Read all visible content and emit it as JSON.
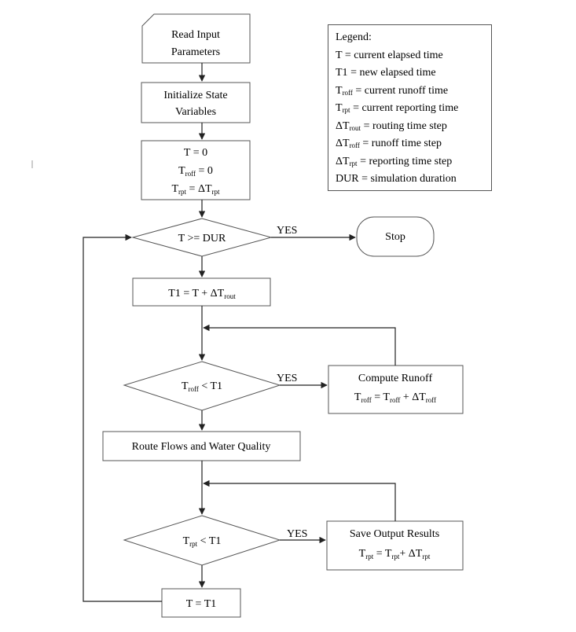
{
  "flowchart": {
    "read_input": [
      "Read Input",
      "Parameters"
    ],
    "initialize": [
      "Initialize State",
      "Variables"
    ],
    "init_vars": {
      "t_eq": "T = 0",
      "troff_T": "T",
      "troff_sub": "roff",
      "troff_rest": " = 0",
      "trpt_T": "T",
      "trpt_sub": "rpt",
      "trpt_mid": " = ΔT",
      "trpt_sub2": "rpt"
    },
    "decision_dur": "T >= DUR",
    "yes_label": "YES",
    "stop": "Stop",
    "t1_assign": {
      "main": "T1 = T + ΔT",
      "sub": "rout"
    },
    "decision_roff": {
      "T": "T",
      "sub": "roff",
      "rest": " < T1"
    },
    "compute_runoff": {
      "title": "Compute Runoff",
      "f1": "T",
      "f1s": "roff",
      "f2": " = T",
      "f2s": "roff",
      "f3": " + ΔT",
      "f3s": "roff"
    },
    "route_flows": "Route Flows and Water Quality",
    "decision_rpt": {
      "T": "T",
      "sub": "rpt",
      "rest": " < T1"
    },
    "save_output": {
      "title": "Save Output Results",
      "f1": "T",
      "f1s": "rpt",
      "f2": " = T",
      "f2s": "rpt",
      "f3": "+ ΔT",
      "f3s": "rpt"
    },
    "t_reset": "T = T1"
  },
  "legend": {
    "title": "Legend:",
    "items": [
      {
        "pre": "T",
        "sub": "",
        "rest": " = current elapsed time"
      },
      {
        "pre": "T1",
        "sub": "",
        "rest": " = new elapsed time"
      },
      {
        "pre": "T",
        "sub": "roff",
        "rest": " = current runoff time"
      },
      {
        "pre": "T",
        "sub": "rpt",
        "rest": " = current reporting time"
      },
      {
        "pre": "ΔT",
        "sub": "rout",
        "rest": " = routing time step"
      },
      {
        "pre": "ΔT",
        "sub": "roff",
        "rest": " = runoff time step"
      },
      {
        "pre": "ΔT",
        "sub": "rpt",
        "rest": " = reporting time step"
      },
      {
        "pre": "DUR",
        "sub": "",
        "rest": " = simulation duration"
      }
    ]
  }
}
